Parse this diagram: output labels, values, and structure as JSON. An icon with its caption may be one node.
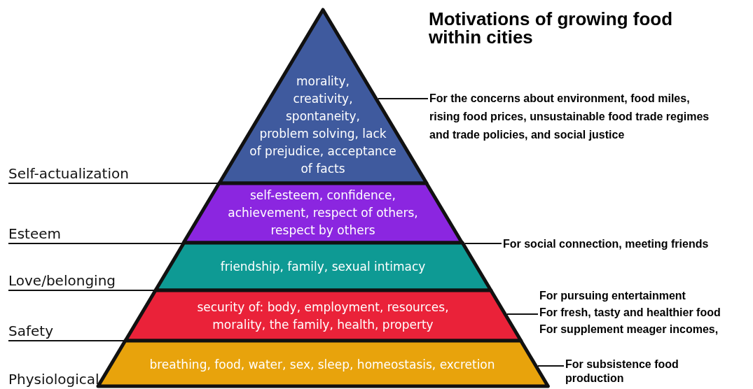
{
  "diagram": {
    "title": "Motivations of growing food within cities",
    "nodes": [
      {
        "text": [
          "morality, creativity, spontaneity, problem solving, lack of prejudice, acceptance of facts"
        ]
      },
      {
        "text": [
          "self-esteem, confidence, achievement, respect of others, respect by others"
        ]
      },
      {
        "text": [
          "friendship, family, sexual intimacy"
        ]
      },
      {
        "text": [
          "security of: body, employment, resources, morality, the family, health, property"
        ]
      },
      {
        "text": [
          "breathing, food, water, sex, sleep, homeostasis, excretion"
        ]
      },
      {
        "text": [
          "Self-actualization"
        ]
      },
      {
        "text": [
          "Esteem"
        ]
      },
      {
        "text": [
          "Love/belonging"
        ]
      },
      {
        "text": [
          "Safety"
        ]
      },
      {
        "text": [
          "For the concerns about environment, food miles, rising food prices, unsustainable food trade regimes and trade policies, and social justice"
        ]
      },
      {
        "text": [
          "For social connection, meeting friends"
        ]
      },
      {
        "text": [
          "For pursuing entertainment",
          "For fresh, tasty and healthier food",
          "For supplement meager incomes,"
        ]
      },
      {
        "text": [
          "For subsistence food production"
        ]
      }
    ],
    "edges": [
      {
        "from": 5,
        "to": 0,
        "arrow": "none"
      },
      {
        "from": 6,
        "to": 1,
        "arrow": "none"
      },
      {
        "from": 7,
        "to": 2,
        "arrow": "none"
      },
      {
        "from": 8,
        "to": 3,
        "arrow": "none"
      },
      {
        "from": 9,
        "to": 0,
        "arrow": "none"
      },
      {
        "from": 10,
        "to": 2,
        "arrow": "none"
      },
      {
        "from": 11,
        "to": 3,
        "arrow": "none"
      },
      {
        "from": 12,
        "to": 4,
        "arrow": "none"
      }
    ],
    "labels": [
      "Physiological"
    ]
  }
}
